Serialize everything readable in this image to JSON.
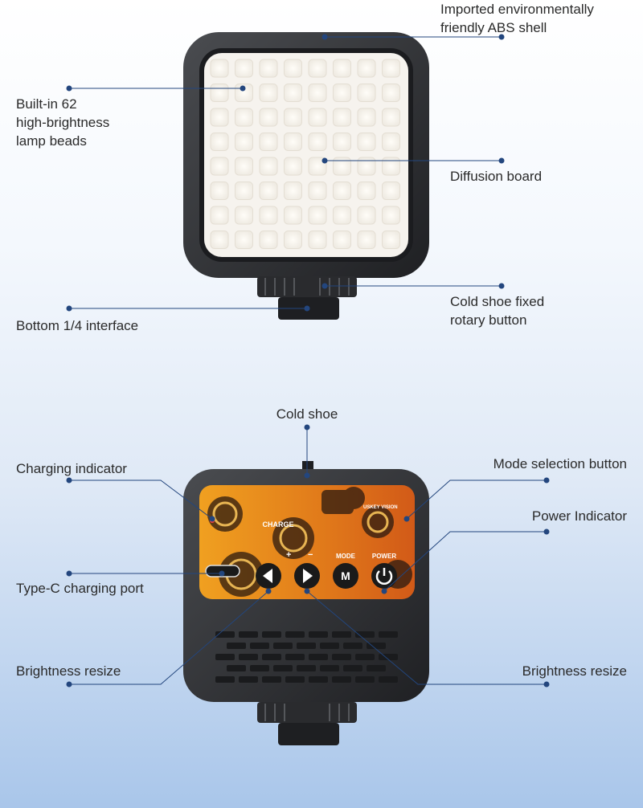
{
  "labels": {
    "abs_shell": "Imported environmentally\nfriendly ABS shell",
    "lamp_beads": "Built-in 62\nhigh-brightness\nlamp beads",
    "diffusion_board": "Diffusion board",
    "cold_shoe_rotary": "Cold shoe fixed\nrotary button",
    "bottom_interface": "Bottom 1/4 interface",
    "cold_shoe": "Cold shoe",
    "charging_indicator": "Charging indicator",
    "mode_button": "Mode selection button",
    "power_indicator": "Power Indicator",
    "typec_port": "Type-C charging port",
    "brightness_left": "Brightness resize",
    "brightness_right": "Brightness resize"
  },
  "panel_text": {
    "charge": "CHARGE",
    "plus": "+",
    "minus": "−",
    "mode": "MODE",
    "power": "POWER",
    "brand": "USKEY VISION",
    "m_key": "M"
  },
  "colors": {
    "callout": "#23467e",
    "body": "#2a2b2e",
    "panel": "#e08a1a"
  },
  "icons": [
    "prev-arrow-icon",
    "next-arrow-icon",
    "mode-m-icon",
    "power-icon"
  ]
}
